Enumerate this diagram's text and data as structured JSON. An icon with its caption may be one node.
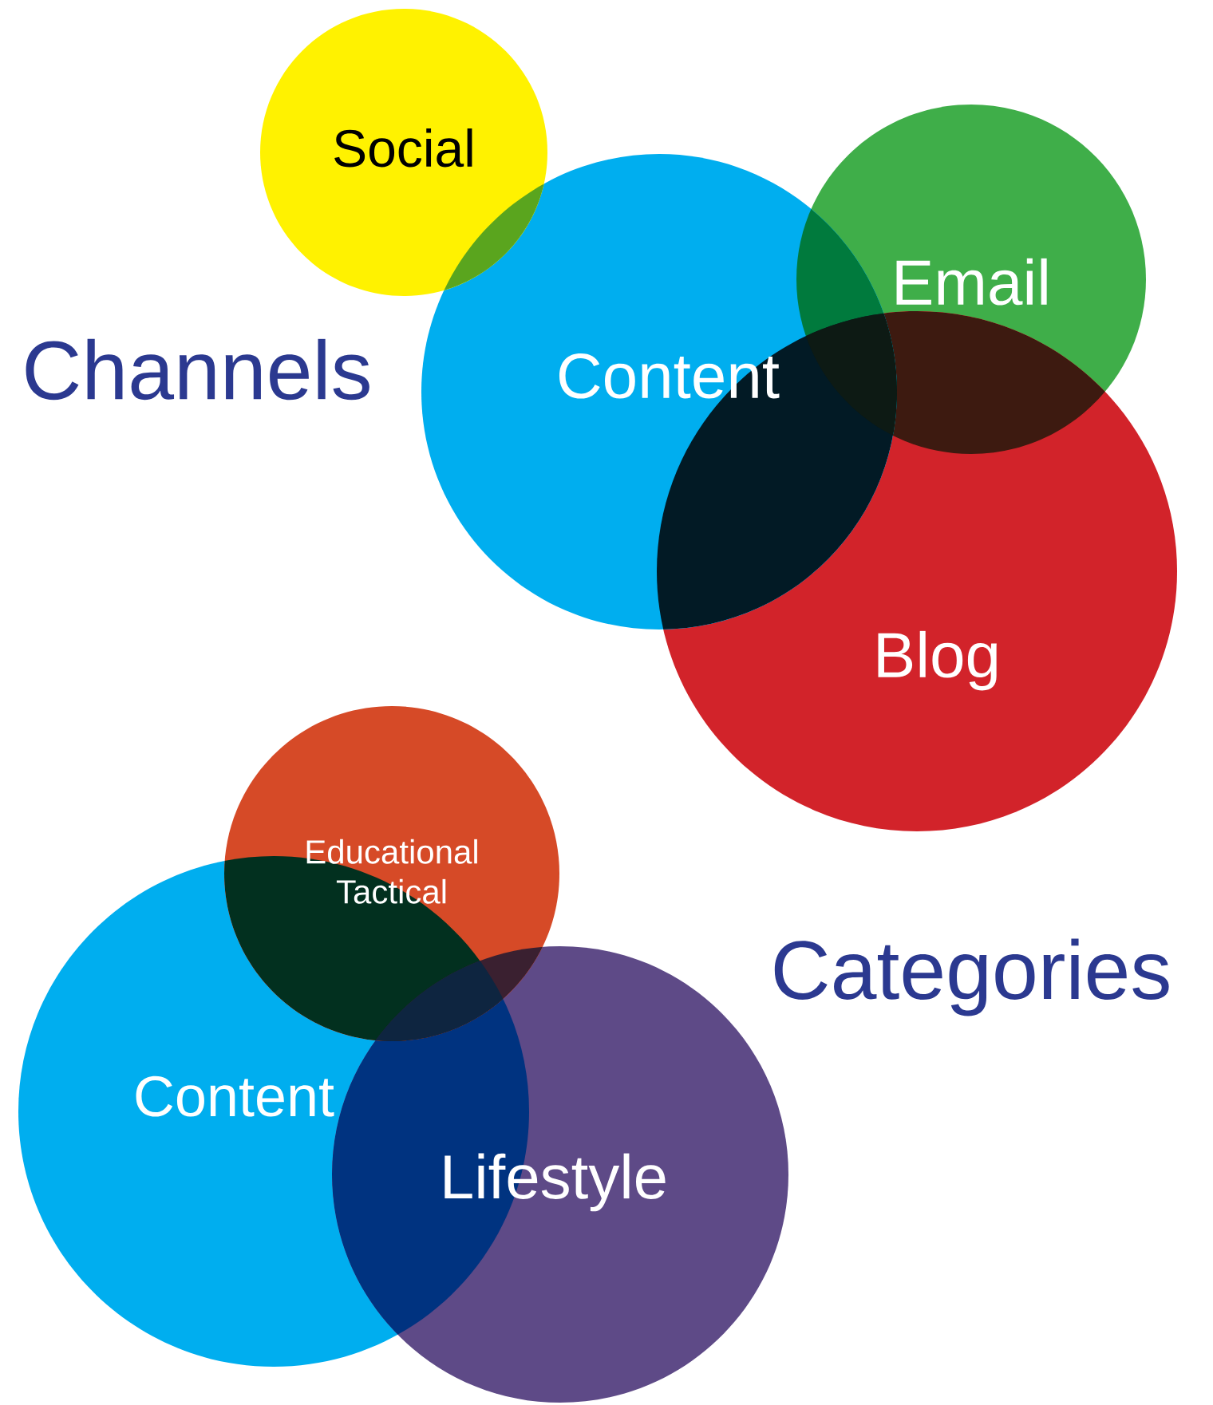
{
  "diagram": {
    "nodes": [
      {
        "text": [
          "Social"
        ]
      },
      {
        "text": [
          "Content"
        ]
      },
      {
        "text": [
          "Email"
        ]
      },
      {
        "text": [
          "Blog"
        ]
      },
      {
        "text": [
          "Educational",
          "Tactical"
        ]
      },
      {
        "text": [
          "Content"
        ]
      },
      {
        "text": [
          "Lifestyle"
        ]
      }
    ],
    "labels": [
      "Channels",
      "Categories"
    ]
  }
}
